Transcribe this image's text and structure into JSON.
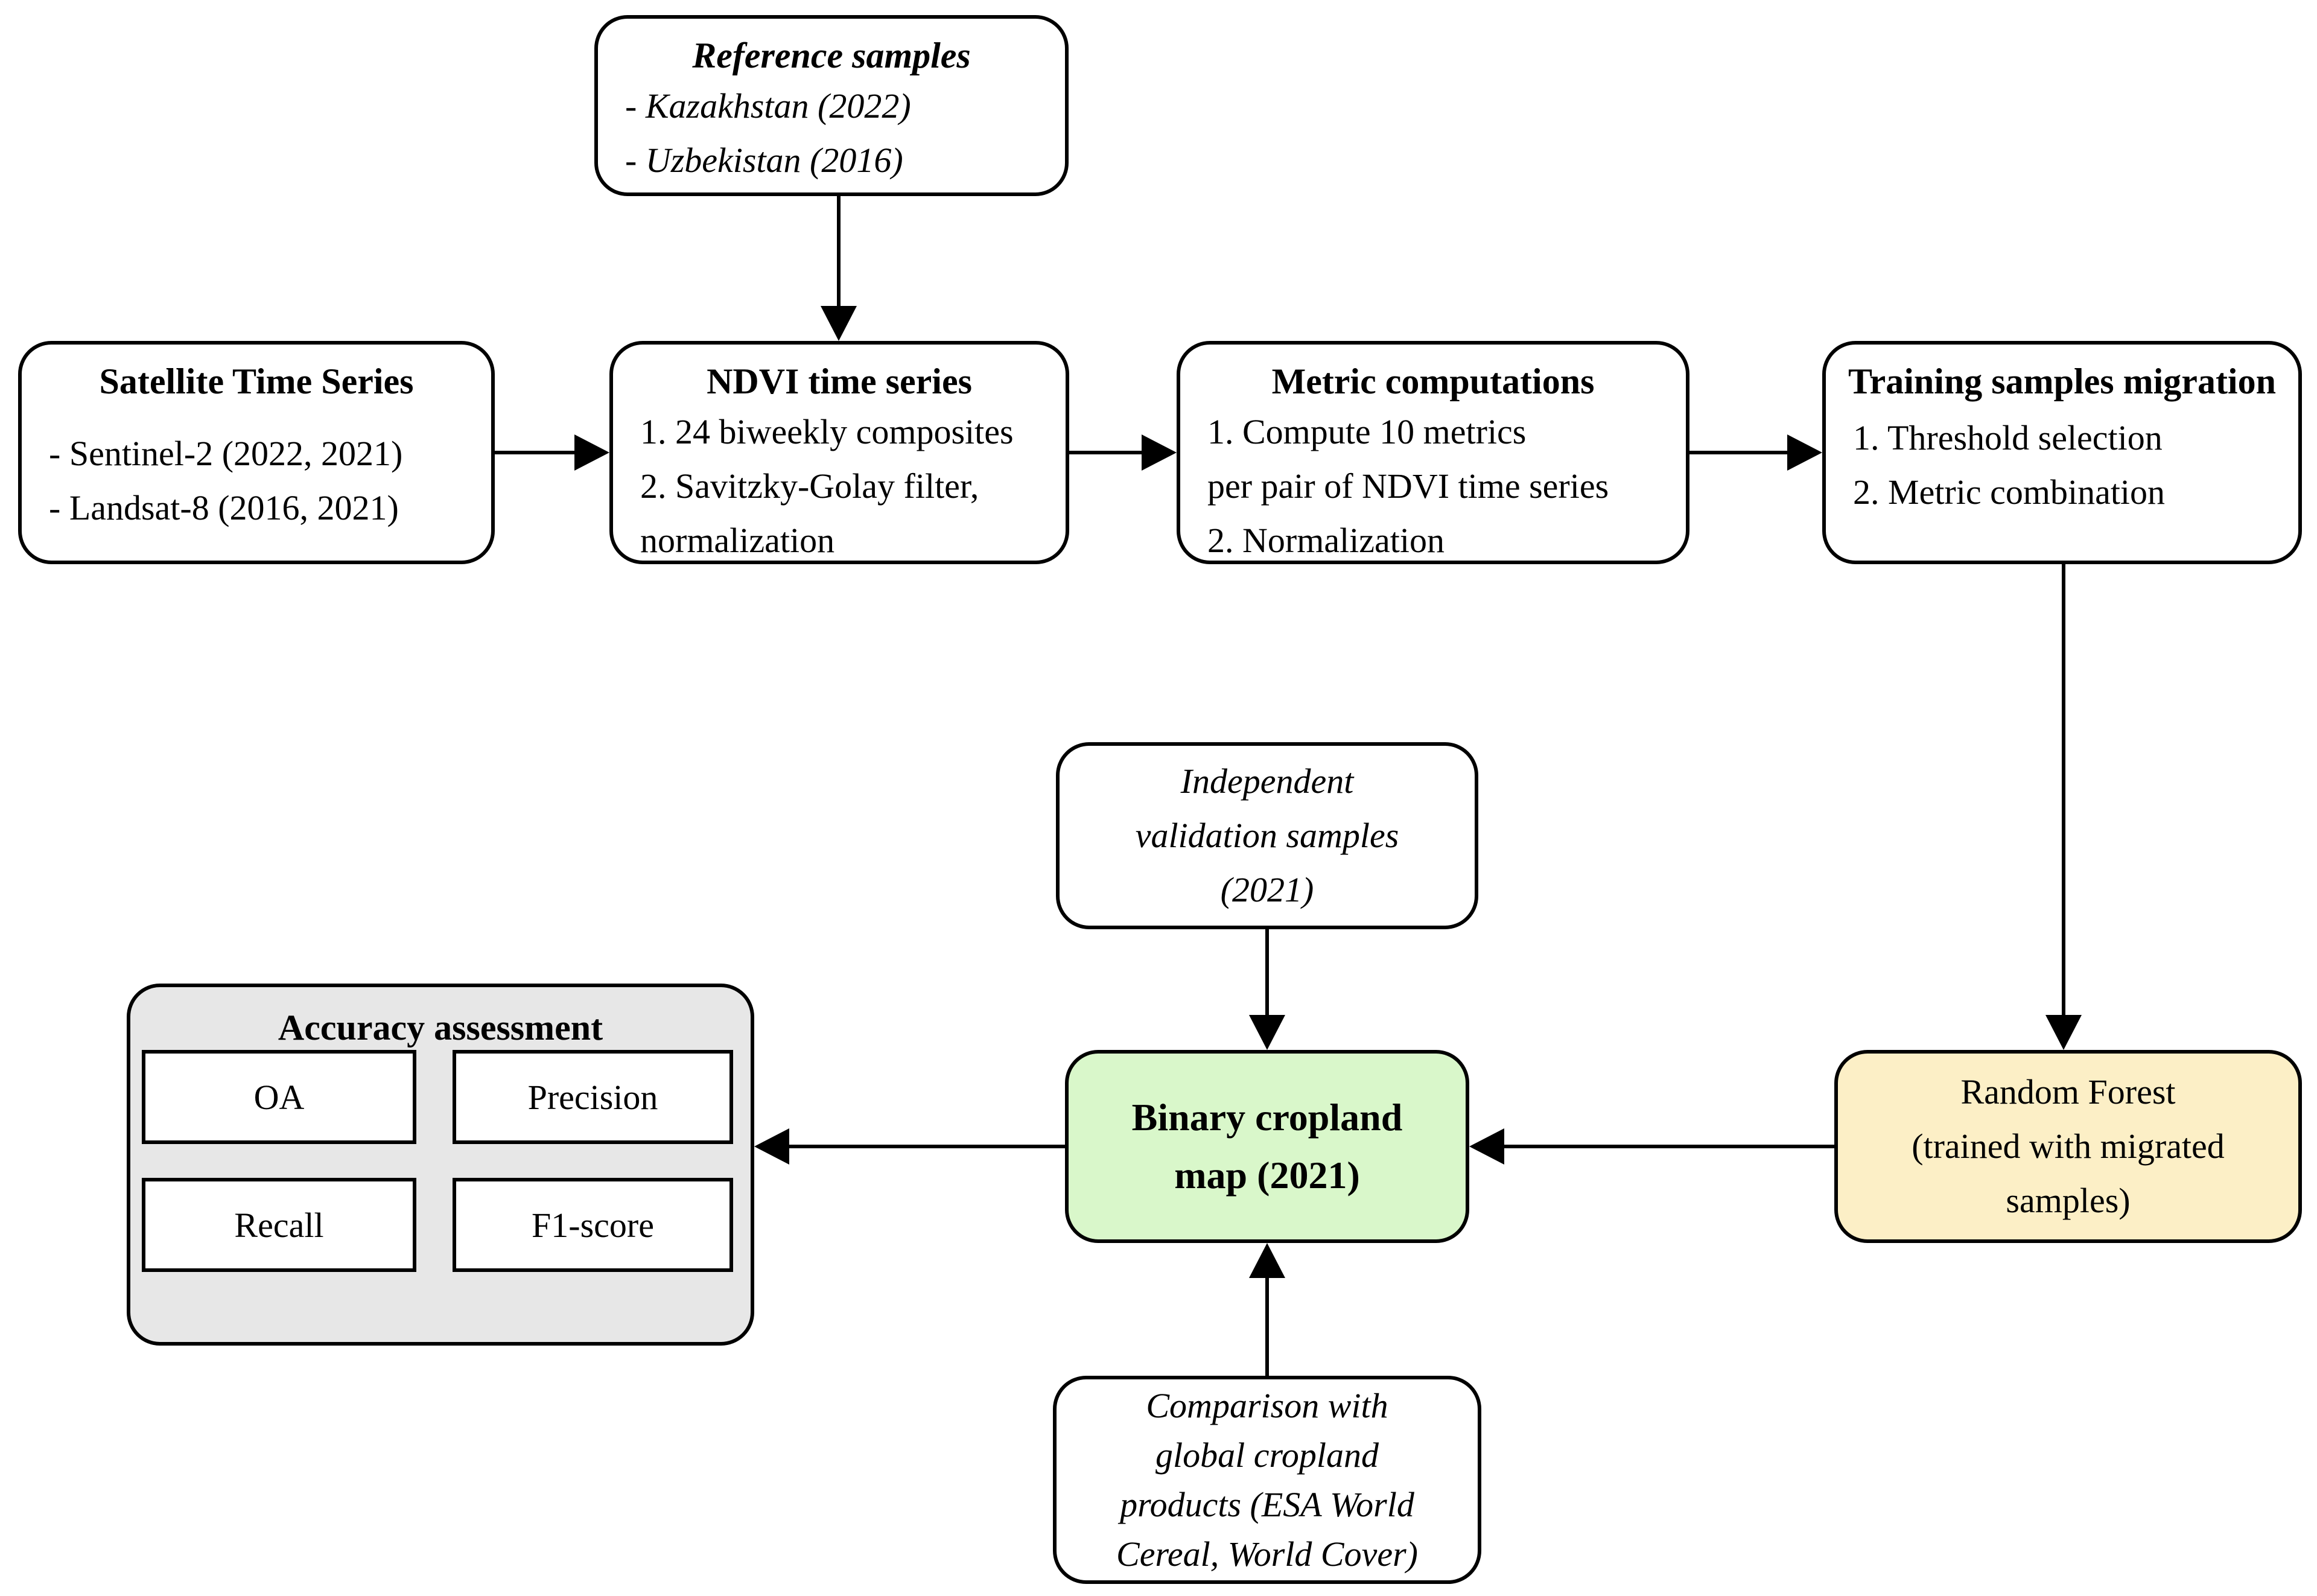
{
  "page": {
    "background": "#ffffff"
  },
  "colors": {
    "box_border": "#000000",
    "binary_map_fill": "#d9f7ca",
    "random_forest_fill": "#fcefc6",
    "accuracy_fill": "#e7e7e7",
    "white_fill": "#ffffff"
  },
  "boxes": {
    "reference_samples": {
      "title": "Reference samples",
      "items": [
        "- Kazakhstan (2022)",
        "- Uzbekistan (2016)"
      ]
    },
    "satellite_time_series": {
      "title": "Satellite Time Series",
      "items": [
        "- Sentinel-2 (2022, 2021)",
        "- Landsat-8 (2016, 2021)"
      ]
    },
    "ndvi_time_series": {
      "title": "NDVI time series",
      "items": [
        "1. 24 biweekly composites",
        "2. Savitzky-Golay filter,",
        "normalization"
      ]
    },
    "metric_computations": {
      "title": "Metric computations",
      "items": [
        "1. Compute 10 metrics",
        "per pair of NDVI time series",
        "2. Normalization"
      ]
    },
    "training_samples_migration": {
      "title": "Training samples migration",
      "items": [
        "1. Threshold selection",
        "2. Metric combination"
      ]
    },
    "independent_validation": {
      "lines": [
        "Independent",
        "validation samples",
        "(2021)"
      ]
    },
    "binary_cropland_map": {
      "lines": [
        "Binary cropland",
        "map (2021)"
      ]
    },
    "random_forest": {
      "lines": [
        "Random Forest",
        "(trained with migrated",
        "samples)"
      ]
    },
    "accuracy_assessment": {
      "title": "Accuracy assessment",
      "metrics": [
        "OA",
        "Precision",
        "Recall",
        "F1-score"
      ]
    },
    "comparison_global_products": {
      "lines": [
        "Comparison with",
        "global cropland",
        "products (ESA World",
        "Cereal, World Cover)"
      ]
    }
  }
}
